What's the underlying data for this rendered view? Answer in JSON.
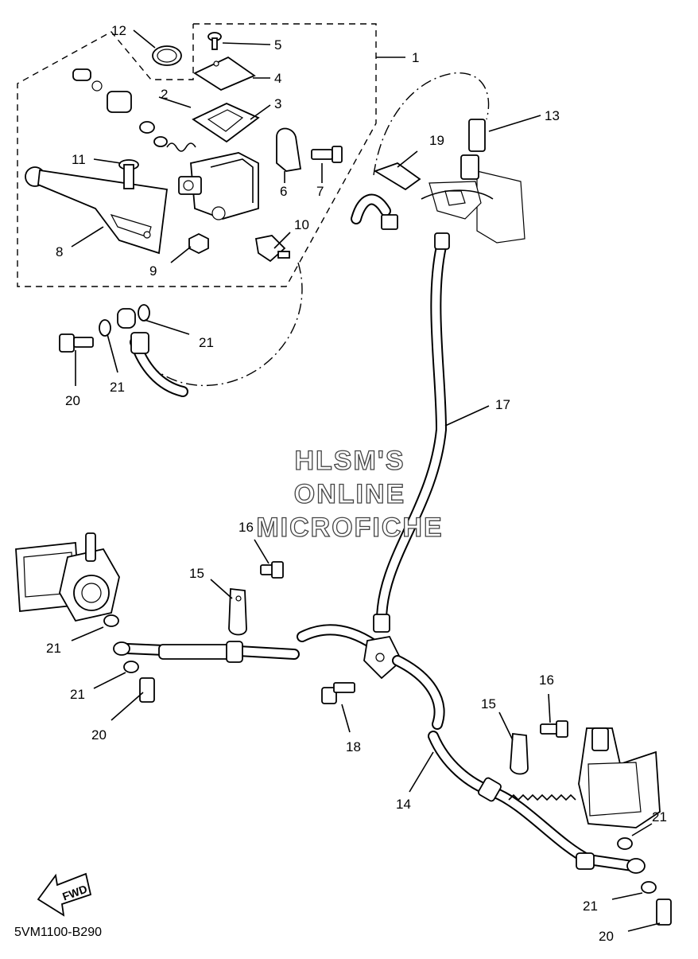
{
  "watermark": {
    "line1": "HLSM'S",
    "line2": "ONLINE",
    "line3": "MICROFICHE"
  },
  "diagram_code": "5VM1100-B290",
  "direction_label": "FWD",
  "callouts": [
    {
      "id": "c1",
      "label": "1"
    },
    {
      "id": "c2",
      "label": "2"
    },
    {
      "id": "c3",
      "label": "3"
    },
    {
      "id": "c4",
      "label": "4"
    },
    {
      "id": "c5",
      "label": "5"
    },
    {
      "id": "c6",
      "label": "6"
    },
    {
      "id": "c7",
      "label": "7"
    },
    {
      "id": "c8",
      "label": "8"
    },
    {
      "id": "c9",
      "label": "9"
    },
    {
      "id": "c10",
      "label": "10"
    },
    {
      "id": "c11",
      "label": "11"
    },
    {
      "id": "c12",
      "label": "12"
    },
    {
      "id": "c13",
      "label": "13"
    },
    {
      "id": "c14",
      "label": "14"
    },
    {
      "id": "c15a",
      "label": "15"
    },
    {
      "id": "c15b",
      "label": "15"
    },
    {
      "id": "c16a",
      "label": "16"
    },
    {
      "id": "c16b",
      "label": "16"
    },
    {
      "id": "c17",
      "label": "17"
    },
    {
      "id": "c18",
      "label": "18"
    },
    {
      "id": "c19",
      "label": "19"
    },
    {
      "id": "c20a",
      "label": "20"
    },
    {
      "id": "c20b",
      "label": "20"
    },
    {
      "id": "c20c",
      "label": "20"
    },
    {
      "id": "c21a",
      "label": "21"
    },
    {
      "id": "c21b",
      "label": "21"
    },
    {
      "id": "c21c",
      "label": "21"
    },
    {
      "id": "c21d",
      "label": "21"
    },
    {
      "id": "c21e",
      "label": "21"
    },
    {
      "id": "c21f",
      "label": "21"
    }
  ]
}
